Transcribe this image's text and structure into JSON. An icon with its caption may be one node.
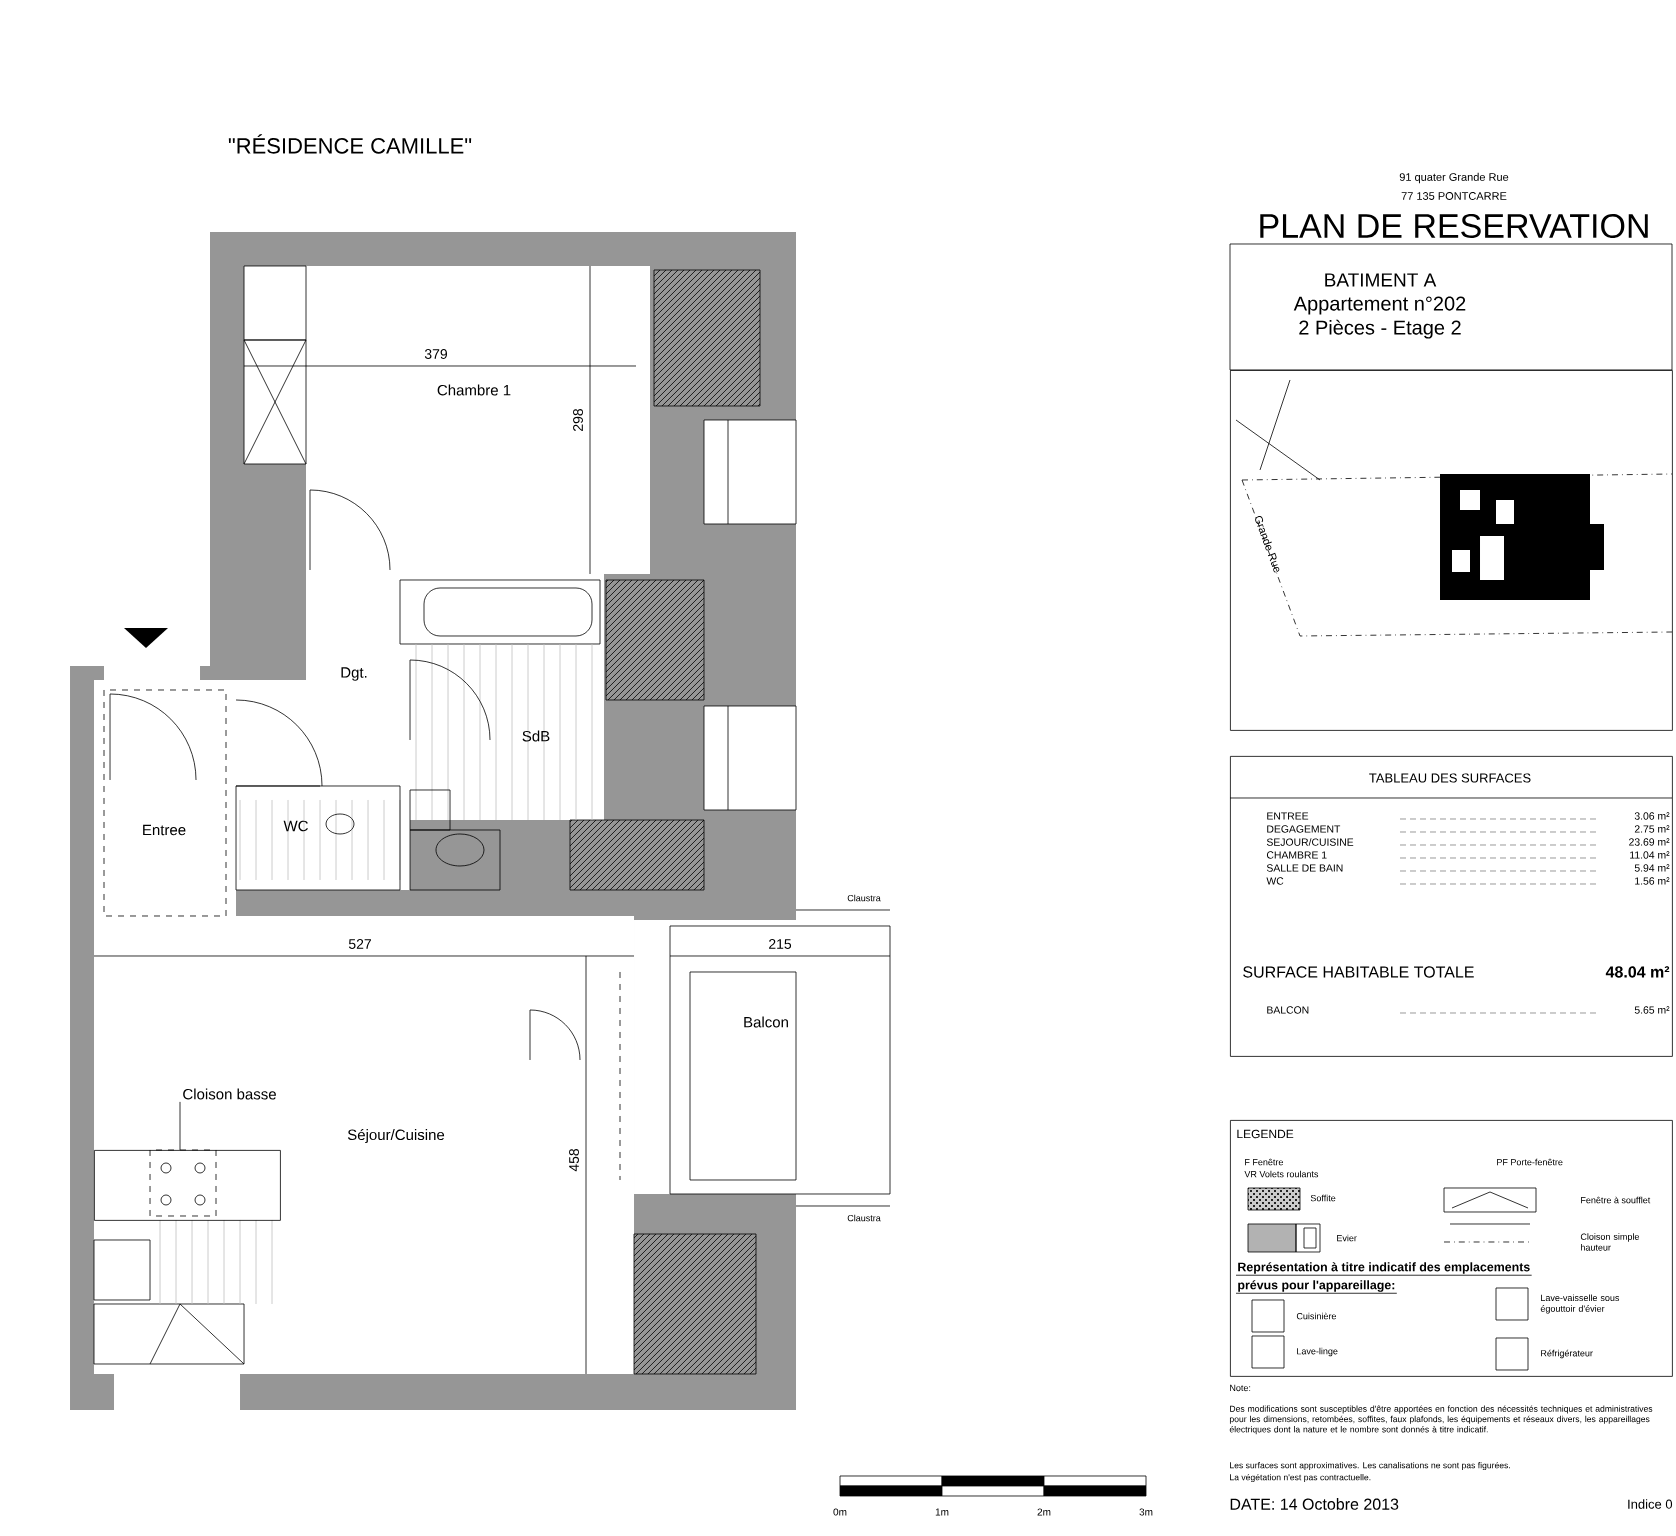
{
  "diagram": {
    "title": "PLAN DE RESERVATION",
    "nodes": [
      {
        "text": [
          "BATIMENT A",
          "Appartement n°202",
          "2 Pièces - Etage 2"
        ]
      },
      {
        "text": [
          "Grande Rue"
        ]
      },
      {
        "text": [
          "TABLEAU DES SURFACES",
          "ENTREE",
          "3.06 m²",
          "DEGAGEMENT",
          "2.75 m²",
          "SEJOUR/CUISINE",
          "23.69 m²",
          "CHAMBRE 1",
          "11.04 m²",
          "SALLE DE BAIN",
          "5.94 m²",
          "WC",
          "1.56 m²",
          "SURFACE HABITABLE TOTALE",
          "48.04 m²",
          "BALCON",
          "5.65 m²"
        ]
      },
      {
        "text": [
          "LEGENDE"
        ]
      },
      {
        "text": [
          "Chambre 1"
        ]
      },
      {
        "text": [
          "Dgt."
        ]
      },
      {
        "text": [
          "SdB"
        ]
      },
      {
        "text": [
          "Entree"
        ]
      },
      {
        "text": [
          "WC"
        ]
      },
      {
        "text": [
          "Séjour/Cuisine"
        ]
      },
      {
        "text": [
          "Balcon"
        ]
      },
      {
        "text": [
          "Cloison basse"
        ]
      },
      {
        "text": [],
        "shape": "box"
      }
    ],
    "edges": [
      {
        "from": 11,
        "to": 12,
        "arrow": "none"
      }
    ],
    "labels": [
      "\"RÉSIDENCE CAMILLE\"",
      "91 quater Grande Rue",
      "77 135 PONTCARRE",
      "379",
      "298",
      "527",
      "215",
      "458",
      "Claustra",
      "Claustra",
      "Représentation à titre indicatif des emplacements",
      "prévus pour l'appareillage:",
      "Note:",
      "Des modifications sont susceptibles d'être apportées en fonction des nécessités techniques et administratives pour les dimensions, retombées, soffites, faux plafonds, les équipements et réseaux divers, les appareillages électriques dont la nature et le nombre sont donnés à titre indicatif.",
      "Les surfaces sont approximatives. Les canalisations ne sont pas figurées.",
      "La végétation n'est pas contractuelle.",
      "DATE: 14 Octobre 2013",
      "Indice 0",
      "0m",
      "1m",
      "2m",
      "3m"
    ],
    "legend": [
      {
        "text": "F Fenêtre"
      },
      {
        "text": "VR Volets roulants"
      },
      {
        "text": "PF Porte-fenêtre"
      },
      {
        "text": "Soffite"
      },
      {
        "text": "Fenêtre à soufflet"
      },
      {
        "text": "Evier"
      },
      {
        "text": "Cloison simple hauteur"
      },
      {
        "text": "Cuisinière"
      },
      {
        "text": "Lave-linge"
      },
      {
        "text": "Lave-vaisselle sous égouttoir d'évier"
      },
      {
        "text": "Réfrigérateur"
      }
    ]
  }
}
